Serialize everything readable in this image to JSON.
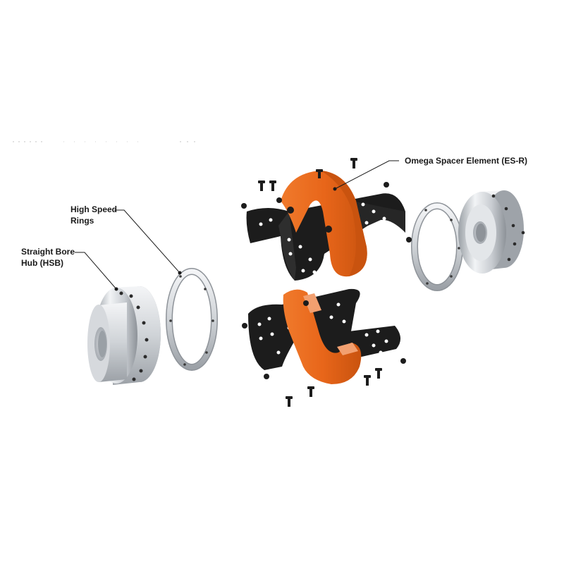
{
  "callouts": {
    "hub": {
      "line1": "Straight Bore",
      "line2": "Hub (HSB)"
    },
    "rings": {
      "line1": "High Speed",
      "line2": "Rings"
    },
    "spacer": {
      "line1": "Omega Spacer Element (ES-R)"
    }
  },
  "colors": {
    "orange": "#e8661a",
    "orange_dark": "#b9480c",
    "black": "#1c1c1c",
    "metal_light": "#eef0f2",
    "metal_mid": "#c3c7cc",
    "metal_dark": "#8e9399",
    "leader": "#1a1a1a"
  }
}
